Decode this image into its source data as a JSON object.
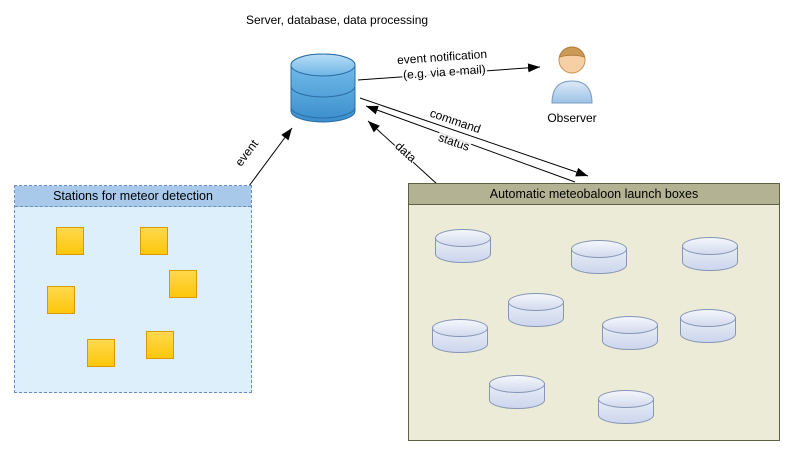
{
  "server": {
    "label": "Server, database, data processing"
  },
  "observer": {
    "label": "Observer"
  },
  "stations": {
    "title": "Stations for meteor detection",
    "station_count": 6
  },
  "launch": {
    "title": "Automatic meteobaloon launch boxes",
    "cylinder_count": 9
  },
  "edges": {
    "event_notification": {
      "label": "event notification",
      "sublabel": "(e.g. via e-mail)"
    },
    "event": {
      "label": "event"
    },
    "command": {
      "label": "command"
    },
    "status": {
      "label": "status"
    },
    "data": {
      "label": "data"
    }
  },
  "colors": {
    "stations_fill": "#ddeffb",
    "stations_header": "#a9c9ea",
    "stations_stroke": "#6c8ebf",
    "launch_fill": "#ebebd7",
    "launch_header": "#b3b394",
    "launch_stroke": "#5f5f46",
    "square_fill": "#fecb1d",
    "square_stroke": "#d79b00",
    "cylinder_fill": "#d9e1f2",
    "cylinder_stroke": "#8796b5",
    "database_fill": "#59a7e0",
    "database_stroke": "#2a6da3",
    "arrow": "#000000"
  }
}
